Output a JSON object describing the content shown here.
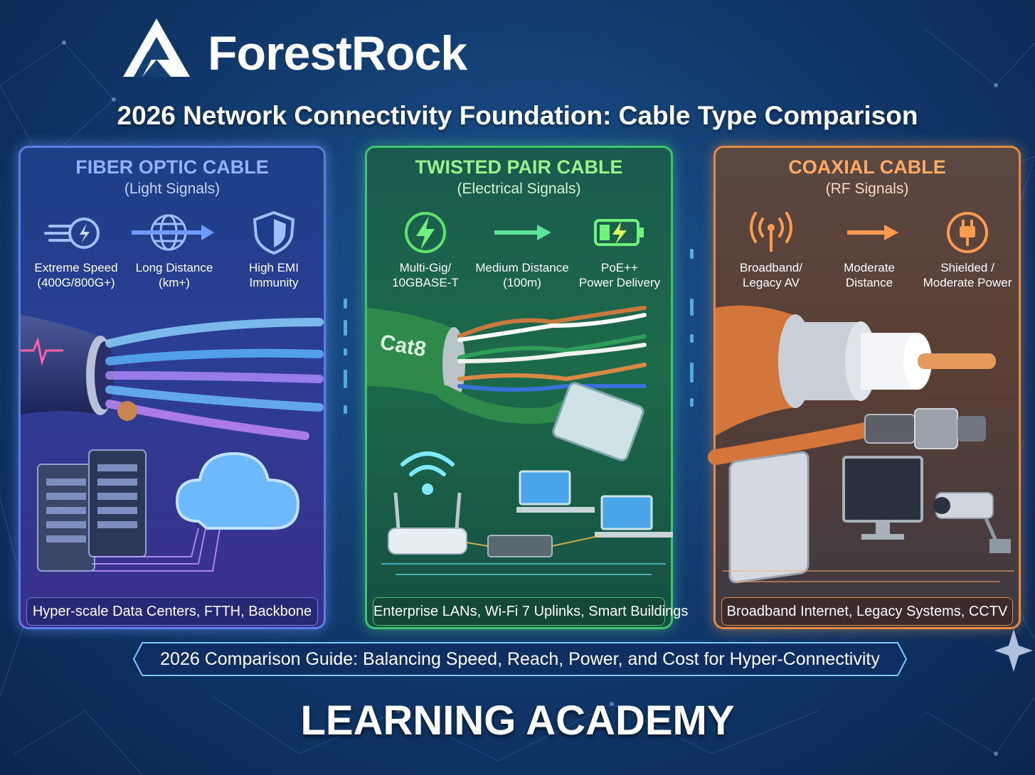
{
  "brand": {
    "name": "ForestRock"
  },
  "title": "2026 Network Connectivity Foundation: Cable Type Comparison",
  "panels": [
    {
      "title": "FIBER OPTIC CABLE",
      "subtitle": "(Light Signals)",
      "accent": "#5b7fe0",
      "features": [
        {
          "icon": "speed-icon",
          "line1": "Extreme Speed",
          "line2": "(400G/800G+)"
        },
        {
          "icon": "globe-arrow-icon",
          "line1": "Long Distance",
          "line2": "(km+)"
        },
        {
          "icon": "shield-icon",
          "line1": "High EMI",
          "line2": "Immunity"
        }
      ],
      "use_cases": "Hyper-scale Data Centers, FTTH, Backbone"
    },
    {
      "title": "TWISTED PAIR CABLE",
      "subtitle": "(Electrical Signals)",
      "accent": "#3fc36e",
      "cable_label": "Cat8",
      "features": [
        {
          "icon": "lightning-icon",
          "line1": "Multi-Gig/",
          "line2": "10GBASE-T"
        },
        {
          "icon": "arrow-right-icon",
          "line1": "Medium Distance",
          "line2": "(100m)"
        },
        {
          "icon": "battery-icon",
          "line1": "PoE++",
          "line2": "Power Delivery"
        }
      ],
      "use_cases": "Enterprise LANs, Wi-Fi 7 Uplinks, Smart Buildings"
    },
    {
      "title": "COAXIAL CABLE",
      "subtitle": "(RF Signals)",
      "accent": "#e58a42",
      "features": [
        {
          "icon": "antenna-icon",
          "line1": "Broadband/",
          "line2": "Legacy AV"
        },
        {
          "icon": "arrow-right-icon",
          "line1": "Moderate",
          "line2": "Distance"
        },
        {
          "icon": "plug-icon",
          "line1": "Shielded /",
          "line2": "Moderate Power"
        }
      ],
      "use_cases": "Broadband Internet, Legacy Systems, CCTV"
    }
  ],
  "banner": "2026 Comparison Guide: Balancing Speed, Reach, Power, and Cost for Hyper-Connectivity",
  "footer": "LEARNING ACADEMY"
}
